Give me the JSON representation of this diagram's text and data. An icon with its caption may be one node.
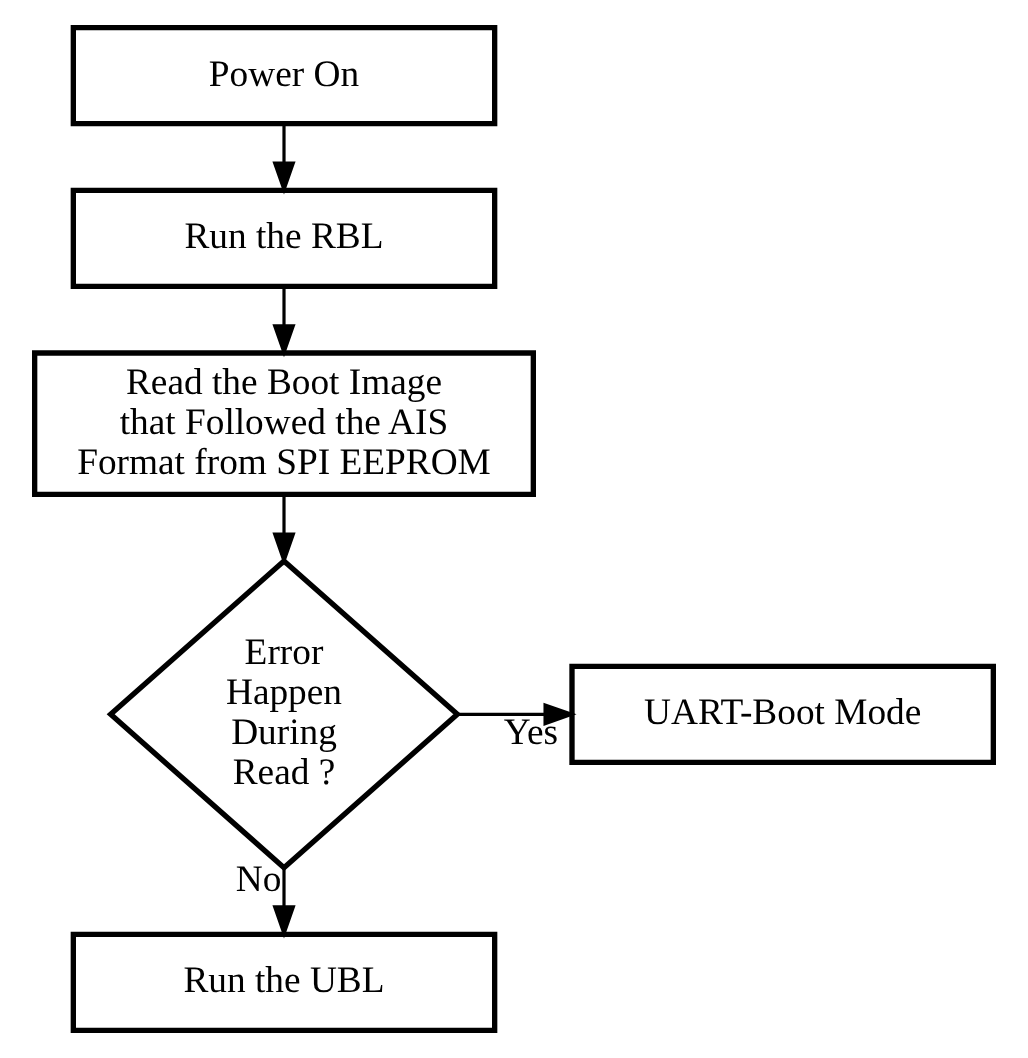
{
  "diagram": {
    "nodes": [
      {
        "text": [
          "Power On"
        ]
      },
      {
        "text": [
          "Run the RBL"
        ]
      },
      {
        "text": [
          "Read the Boot Image that Followed the AIS Format from SPI EEPROM"
        ]
      },
      {
        "text": [
          "Error Happen During Read ?"
        ]
      },
      {
        "text": [
          "UART-Boot Mode"
        ]
      },
      {
        "text": [
          "Run the UBL"
        ]
      }
    ],
    "edges": [
      {
        "from": 0,
        "to": 1,
        "arrow": "to"
      },
      {
        "from": 1,
        "to": 2,
        "arrow": "to"
      },
      {
        "from": 2,
        "to": 3,
        "arrow": "to"
      },
      {
        "from": 3,
        "to": 4,
        "arrow": "to",
        "label": "Yes"
      },
      {
        "from": 3,
        "to": 5,
        "arrow": "to",
        "label": "No"
      }
    ]
  }
}
